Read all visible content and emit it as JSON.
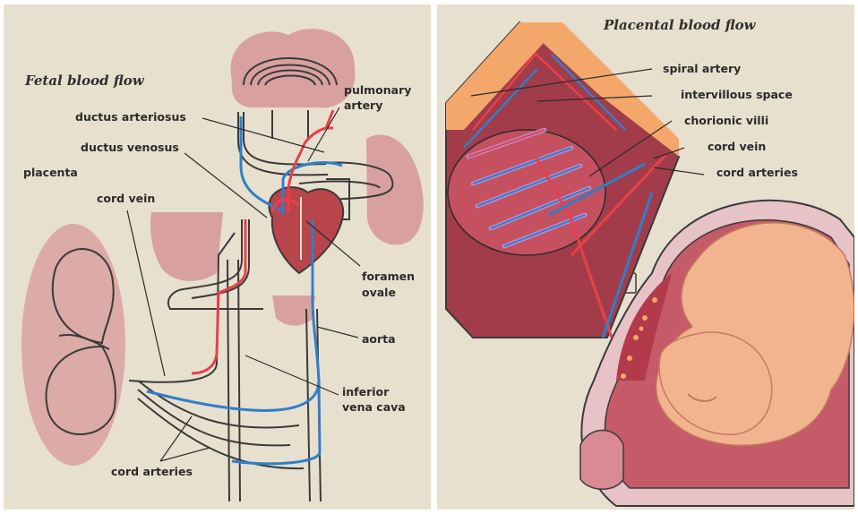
{
  "left_panel": {
    "title": "Fetal blood flow",
    "labels": {
      "ductus_arteriosus": "ductus arteriosus",
      "ductus_venosus": "ductus venosus",
      "placenta": "placenta",
      "cord_vein": "cord vein",
      "pulmonary_artery_line1": "pulmonary",
      "pulmonary_artery_line2": "artery",
      "foramen_ovale_line1": "foramen",
      "foramen_ovale_line2": "ovale",
      "aorta": "aorta",
      "inferior_vena_cava_line1": "inferior",
      "inferior_vena_cava_line2": "vena cava",
      "cord_arteries": "cord arteries"
    }
  },
  "right_panel": {
    "title": "Placental blood flow",
    "labels": {
      "spiral_artery": "spiral artery",
      "intervillous_space": "intervillous space",
      "chorionic_villi": "chorionic villi",
      "cord_vein": "cord vein",
      "cord_arteries": "cord arteries"
    }
  },
  "colors": {
    "background": "#e8e0cf",
    "organ_pink": "#d9a0a0",
    "artery_red": "#e8404a",
    "vein_blue": "#2f7fc8",
    "heart": "#b8444c",
    "uterus_wall": "#b33a4a",
    "fetus_skin": "#f2b48e",
    "decidua_orange": "#f3a76a"
  }
}
